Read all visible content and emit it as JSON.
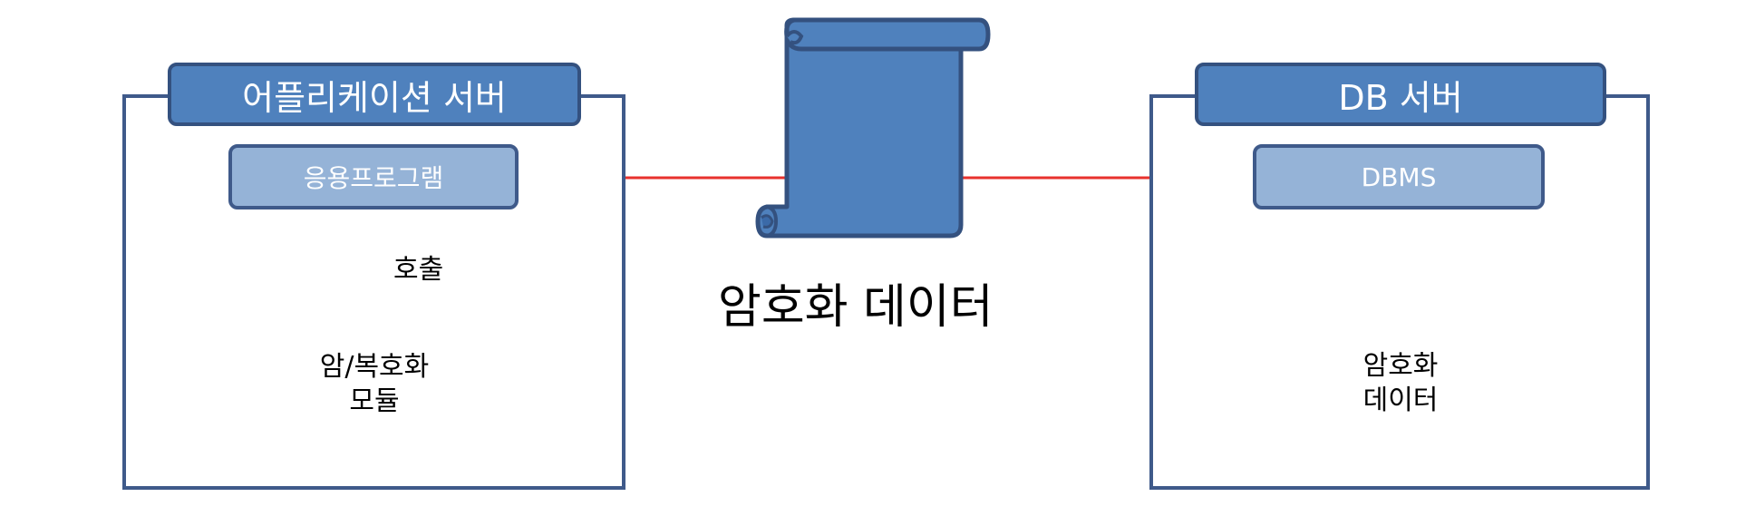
{
  "app_server": {
    "title": "어플리케이션 서버",
    "program": "응용프로그램",
    "call_label": "호출",
    "module_line1": "암/복호화",
    "module_line2": "모듈"
  },
  "db_server": {
    "title": "DB 서버",
    "dbms": "DBMS",
    "data_line1": "암호화",
    "data_line2": "데이터"
  },
  "center": {
    "label": "암호화 데이터"
  },
  "colors": {
    "box_blue": "#4f81bd",
    "light_blue": "#95b3d7",
    "border": "#3f5a8a",
    "arrow_red": "#e8322d",
    "arrow_blue": "#4a7fc1"
  }
}
